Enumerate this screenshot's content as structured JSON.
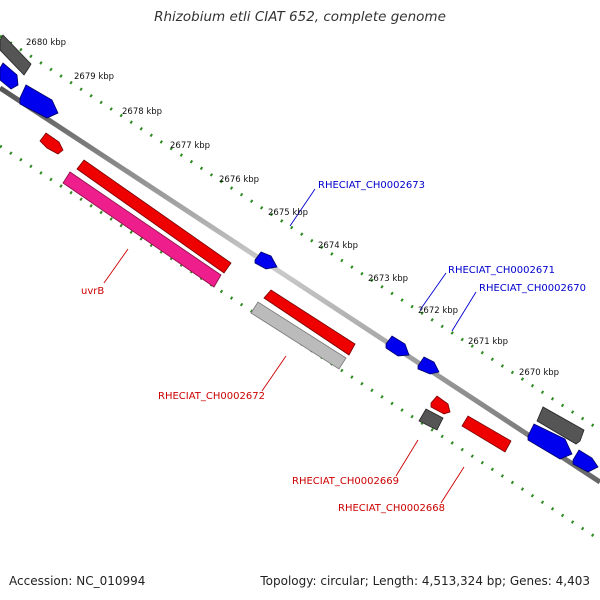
{
  "title": "Rhizobium etli CIAT 652, complete genome",
  "footer": {
    "accession": "Accession: NC_010994",
    "summary": "Topology: circular; Length: 4,513,324 bp; Genes: 4,403"
  },
  "ticks": [
    "2680 kbp",
    "2679 kbp",
    "2678 kbp",
    "2677 kbp",
    "2676 kbp",
    "2675 kbp",
    "2674 kbp",
    "2673 kbp",
    "2672 kbp",
    "2671 kbp",
    "2670 kbp"
  ],
  "gene_labels": [
    {
      "text": "RHECIAT_CH0002673",
      "color": "#0000cc"
    },
    {
      "text": "RHECIAT_CH0002671",
      "color": "#0000cc"
    },
    {
      "text": "RHECIAT_CH0002670",
      "color": "#0000cc"
    },
    {
      "text": "uvrB",
      "color": "#cc0000"
    },
    {
      "text": "RHECIAT_CH0002672",
      "color": "#cc0000"
    },
    {
      "text": "RHECIAT_CH0002669",
      "color": "#cc0000"
    },
    {
      "text": "RHECIAT_CH0002668",
      "color": "#cc0000"
    }
  ],
  "colors": {
    "forward": "#0000ee",
    "reverse": "#ee0000",
    "highlight": "#ee1e8c",
    "rna": "#555555",
    "pseudo": "#bbbbbb",
    "backbone": "#777777",
    "scale": "#2e8b22"
  }
}
